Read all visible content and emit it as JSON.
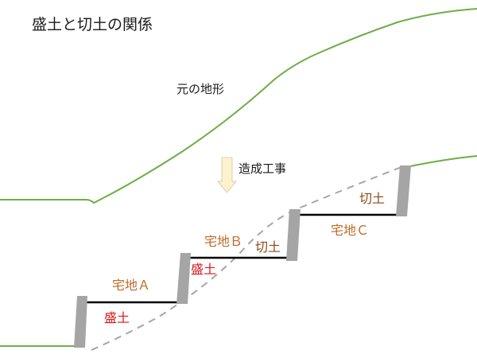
{
  "title": "盛土と切土の関係",
  "labels": {
    "original_terrain": "元の地形",
    "construction": "造成工事",
    "lot_a": "宅地Ａ",
    "lot_b": "宅地Ｂ",
    "lot_c": "宅地Ｃ",
    "fill_1": "盛土",
    "fill_2": "盛土",
    "cut_1": "切土",
    "cut_2": "切土"
  },
  "icons": {
    "arrow": "down-arrow"
  },
  "colors": {
    "terrain_line": "#70ad47",
    "dashed_line": "#a6a6a6",
    "retaining_wall": "#a5a5a5",
    "lot_surface": "#000000",
    "lot_label": "#c06a28",
    "fill_label": "#e0141a",
    "cut_label": "#8a4a1a",
    "arrow_fill": "#fdf2cc",
    "arrow_stroke": "#d9d0b8"
  }
}
